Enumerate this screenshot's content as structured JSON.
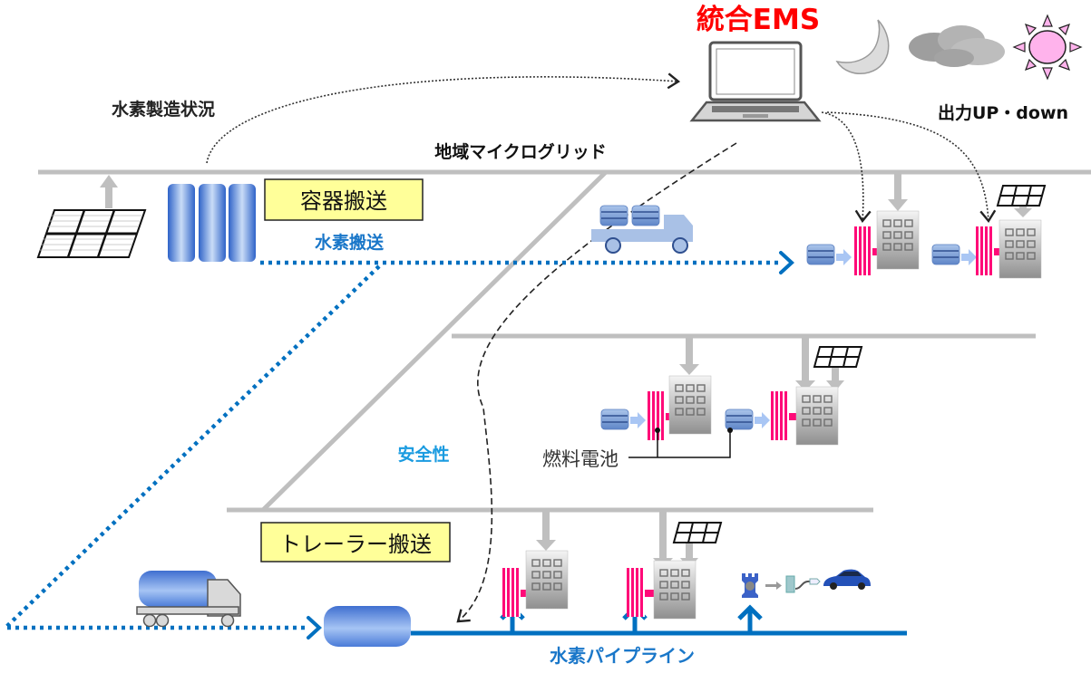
{
  "title": "統合EMS",
  "labels": {
    "output_control": "出力UP・down",
    "h2_production_status": "水素製造状況",
    "microgrid": "地域マイクログリッド",
    "container_transport": "容器搬送",
    "h2_transport": "水素搬送",
    "safety": "安全性",
    "fuel_cell": "燃料電池",
    "trailer_transport": "トレーラー搬送",
    "h2_pipeline": "水素パイプライン"
  },
  "icons": {
    "ems": "laptop-icon",
    "weather": [
      "moon-icon",
      "cloud-icon",
      "sun-icon"
    ],
    "pv": "solar-panel-icon",
    "storage": "hydrogen-cylinder-icon",
    "truck": "truck-icon",
    "tanker": "tanker-truck-icon",
    "tank": "hydrogen-tank-icon",
    "fuel_cell": "fuel-cell-icon",
    "building": "building-icon",
    "station": "hydrogen-station-icon",
    "car": "fcv-car-icon"
  },
  "colors": {
    "title": "#ff0000",
    "h2_blue": "#0070c0",
    "safety_blue": "#1a9be0",
    "grid_gray": "#bfbfbf",
    "fuel_cell_pink": "#ff0a78",
    "label_bg": "#ffff99"
  }
}
